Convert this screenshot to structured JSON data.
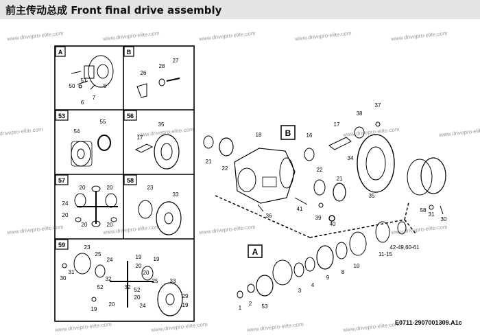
{
  "header": {
    "title": "前主传动总成  Front final drive assembly"
  },
  "watermark": "www.drivepro-elite.com",
  "figure_code": "E0711-2907001309.A1c",
  "callouts": {
    "A": {
      "letter": "A",
      "parts": [
        "50",
        "51",
        "6",
        "7",
        "5"
      ]
    },
    "B": {
      "letter": "B",
      "parts": [
        "26",
        "28",
        "27"
      ]
    },
    "53": {
      "letter": "53",
      "parts": [
        "54",
        "55"
      ]
    },
    "56": {
      "letter": "56",
      "parts": [
        "17",
        "35"
      ]
    },
    "57": {
      "letter": "57",
      "parts": [
        "20",
        "20",
        "24",
        "20",
        "20",
        "20"
      ]
    },
    "58": {
      "letter": "58",
      "parts": [
        "23",
        "33"
      ]
    },
    "59": {
      "letter": "59",
      "parts": [
        "23",
        "25",
        "19",
        "20",
        "20",
        "19",
        "30",
        "31",
        "24",
        "52",
        "32",
        "25",
        "32",
        "52",
        "20",
        "24",
        "33",
        "19",
        "20",
        "29",
        "19"
      ]
    }
  },
  "main_labels": {
    "box_b": "B",
    "box_a": "A",
    "parts": [
      "21",
      "22",
      "18",
      "16",
      "17",
      "38",
      "37",
      "34",
      "22",
      "21",
      "35",
      "36",
      "41",
      "39",
      "40",
      "58",
      "31",
      "30",
      "42-49,60-61",
      "11-15",
      "10",
      "8",
      "9",
      "4",
      "3",
      "1",
      "2",
      "53"
    ]
  }
}
